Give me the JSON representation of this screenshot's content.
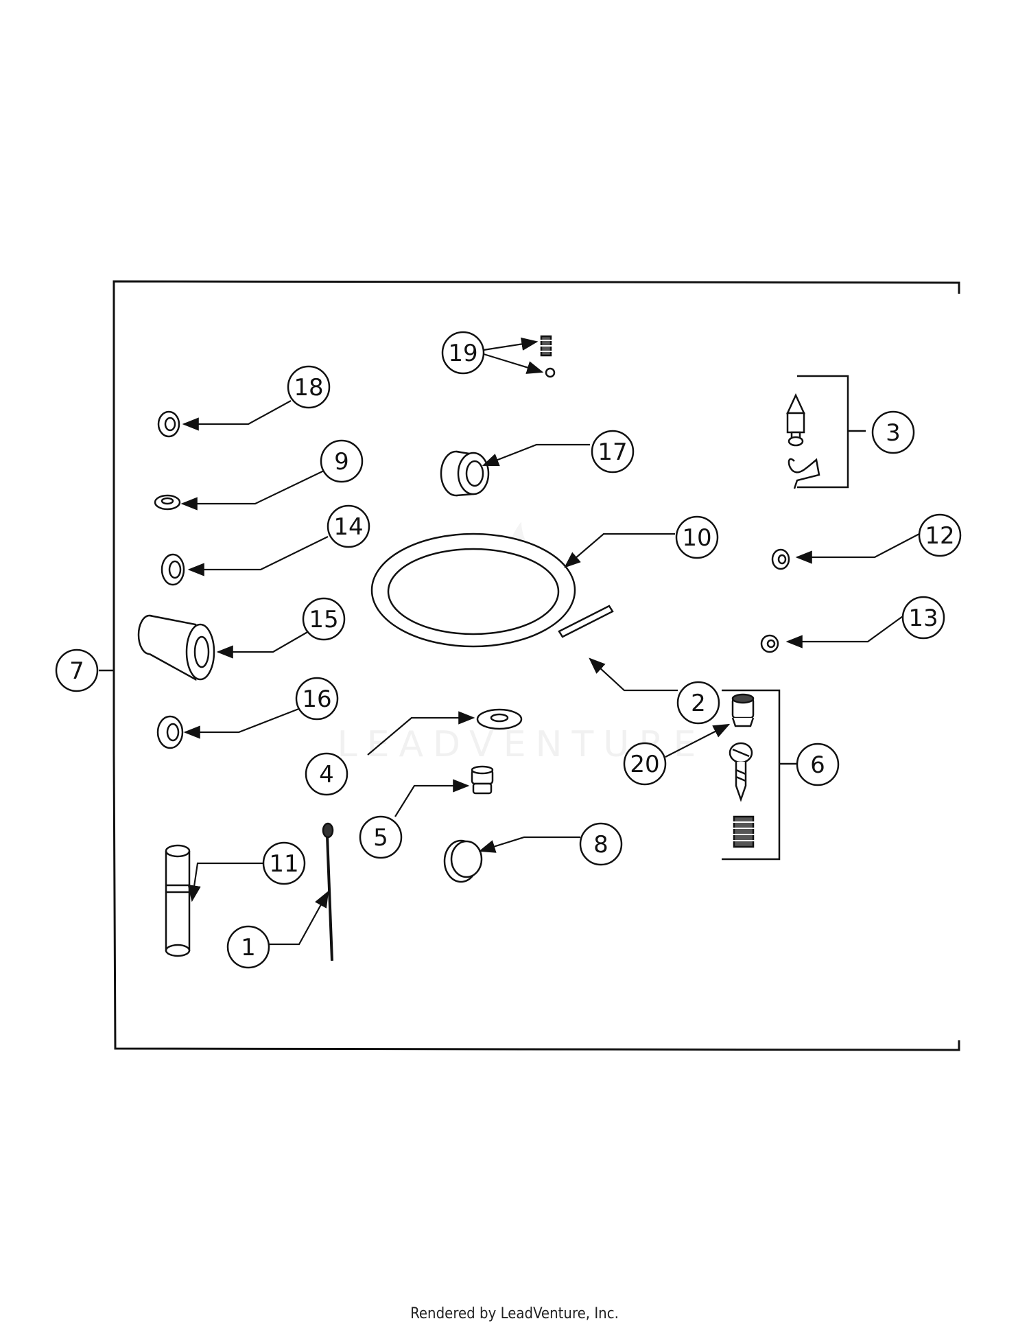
{
  "watermark": "LEADVENTURE",
  "footer": "Rendered by LeadVenture, Inc.",
  "callouts": [
    "1",
    "2",
    "3",
    "4",
    "5",
    "6",
    "7",
    "8",
    "9",
    "10",
    "11",
    "12",
    "13",
    "14",
    "15",
    "16",
    "17",
    "18",
    "19",
    "20"
  ],
  "colors": {
    "ink": "#111111",
    "watermark": "#e6e6e6"
  }
}
